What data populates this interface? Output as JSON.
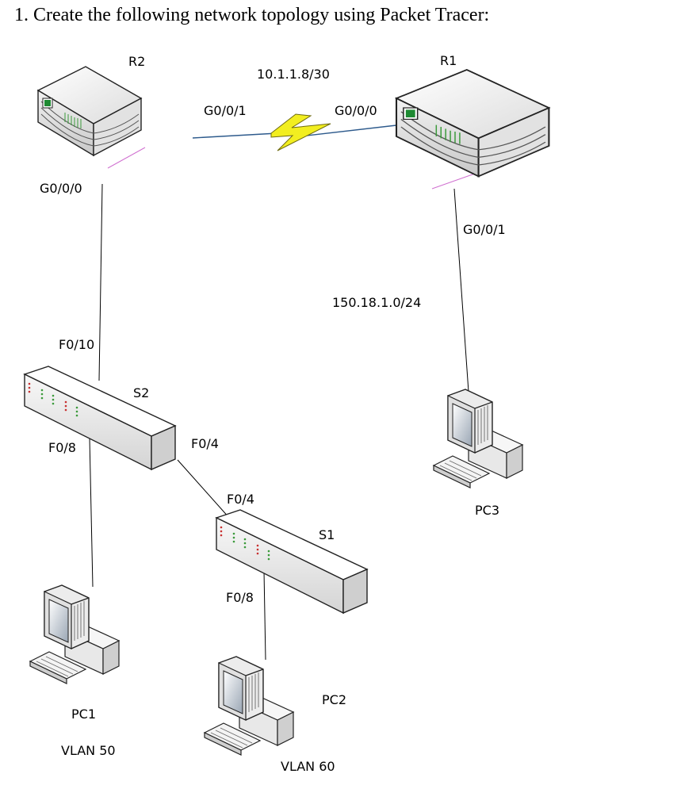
{
  "question": "1. Create the following network topology using Packet Tracer:",
  "devices": {
    "r1": "R1",
    "r2": "R2",
    "s1": "S1",
    "s2": "S2",
    "pc1": "PC1",
    "pc2": "PC2",
    "pc3": "PC3"
  },
  "networks": {
    "wan": "10.1.1.8/30",
    "lan_r1": "150.18.1.0/24"
  },
  "interfaces": {
    "r2_g001": "G0/0/1",
    "r1_g000": "G0/0/0",
    "r2_g000": "G0/0/0",
    "r1_g001": "G0/0/1",
    "s2_f010": "F0/10",
    "s2_f08": "F0/8",
    "s2_f04": "F0/4",
    "s1_f04": "F0/4",
    "s1_f08": "F0/8"
  },
  "vlans": {
    "pc1": "VLAN 50",
    "pc2": "VLAN 60"
  },
  "colors": {
    "serial_link": "#f2ee20",
    "wan_cable": "#2d5a8c",
    "router_led": "#1e8a32",
    "port_led_red": "#c83030",
    "port_led_green": "#3a9a3a",
    "cable_accent": "#d070d0"
  }
}
